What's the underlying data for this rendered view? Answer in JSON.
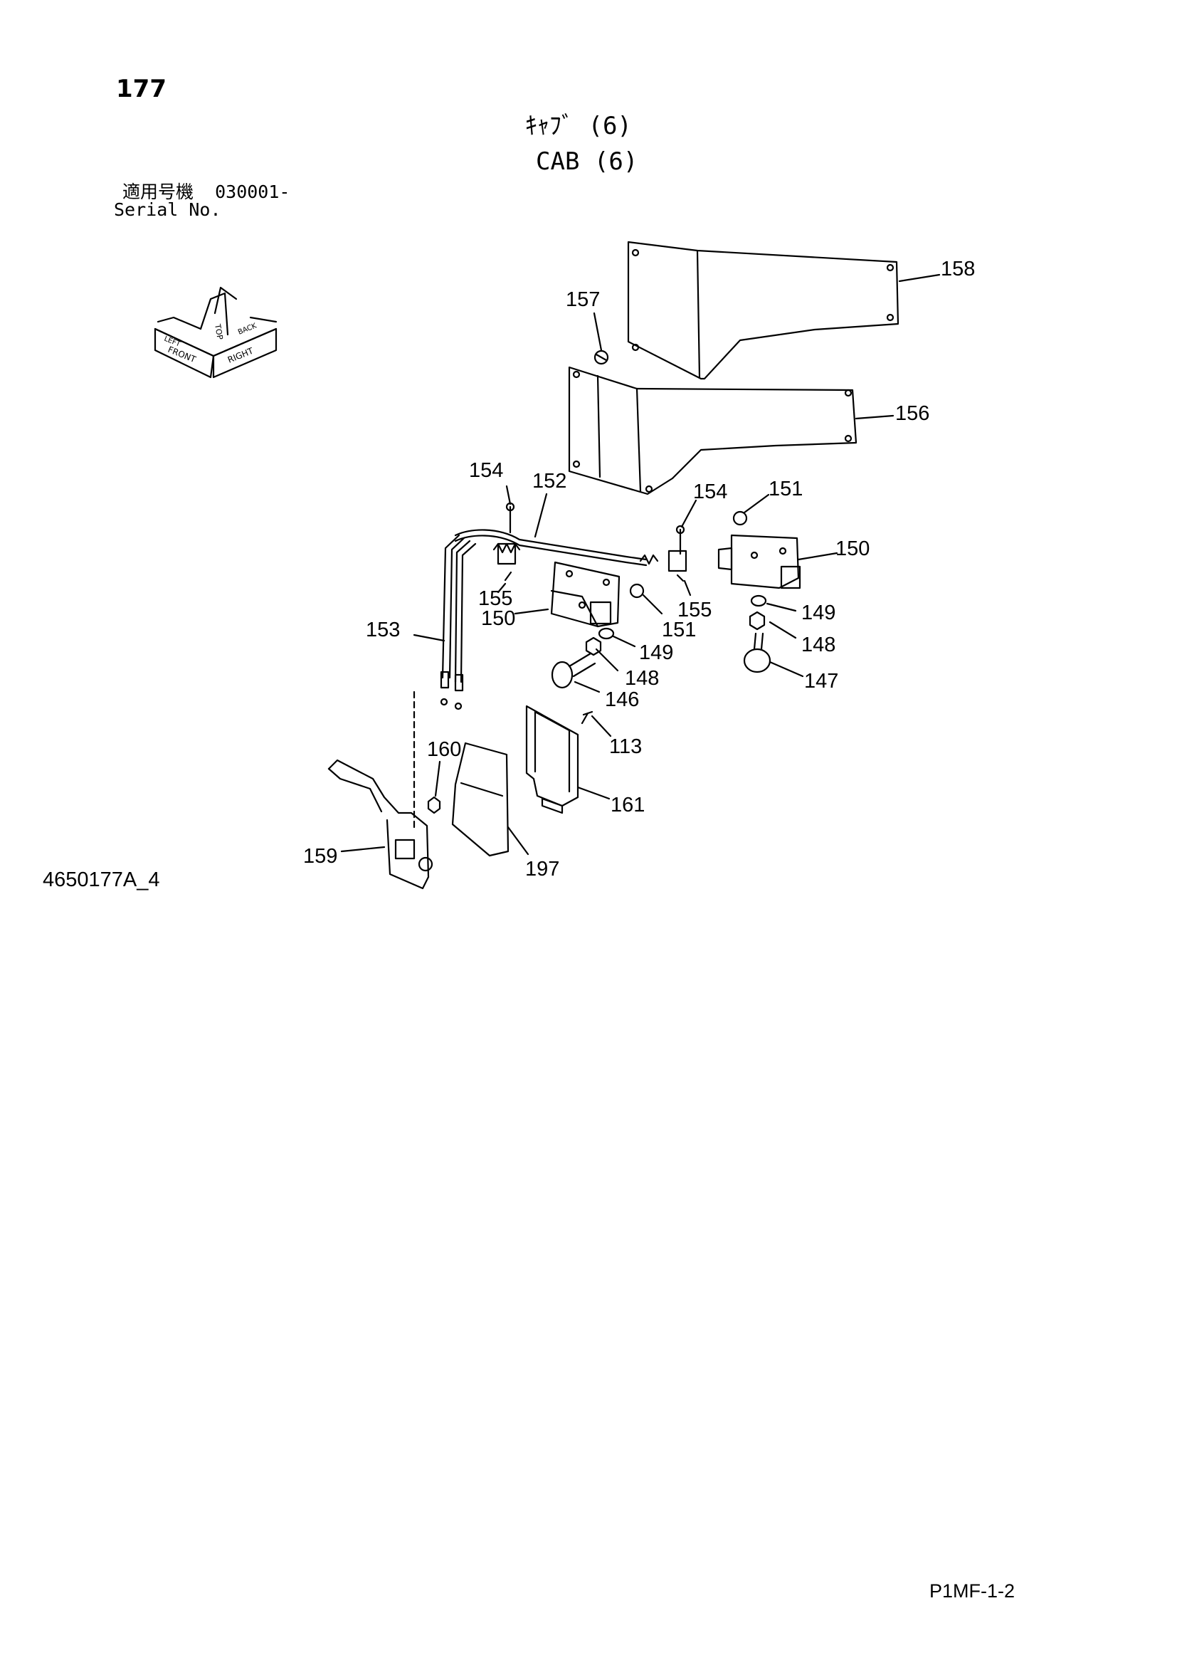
{
  "header": {
    "page_number": "177",
    "title_ja": "ｷｬﾌﾞ (6)",
    "title_en": "CAB (6)",
    "serial_ja": "適用号機  030001-",
    "serial_en": "Serial No."
  },
  "orientation_icon": {
    "labels": [
      "TOP",
      "FRONT",
      "RIGHT",
      "LEFT",
      "BACK"
    ],
    "icon": "orientation-cube-icon"
  },
  "callouts": [
    "158",
    "157",
    "156",
    "154",
    "152",
    "154",
    "151",
    "150",
    "155",
    "150",
    "155",
    "151",
    "149",
    "153",
    "149",
    "148",
    "148",
    "147",
    "146",
    "113",
    "160",
    "161",
    "159",
    "197"
  ],
  "footer": {
    "drawing_number": "4650177A_4",
    "page_code": "P1MF-1-2"
  }
}
